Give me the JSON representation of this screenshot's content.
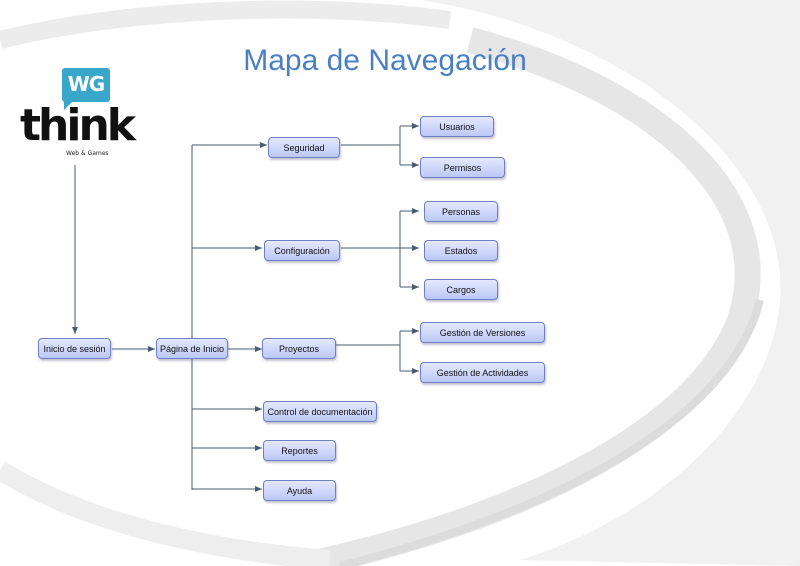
{
  "title": "Mapa de Navegación",
  "logo": {
    "badge": "WG",
    "word": "think",
    "tagline": "Web & Games"
  },
  "nodes": {
    "inicio_sesion": "Inicio de sesión",
    "pagina_inicio": "Página de Inicio",
    "seguridad": "Seguridad",
    "usuarios": "Usuarios",
    "permisos": "Permisos",
    "configuracion": "Configuración",
    "personas": "Personas",
    "estados": "Estados",
    "cargos": "Cargos",
    "proyectos": "Proyectos",
    "gestion_versiones": "Gestión de Versiones",
    "gestion_actividades": "Gestión de Actividades",
    "control_documentacion": "Control de documentación",
    "reportes": "Reportes",
    "ayuda": "Ayuda"
  },
  "colors": {
    "title": "#4a7fc1",
    "node_border": "#6f7fc4",
    "edge": "#4a5a70",
    "logo_badge": "#39a7c9"
  }
}
